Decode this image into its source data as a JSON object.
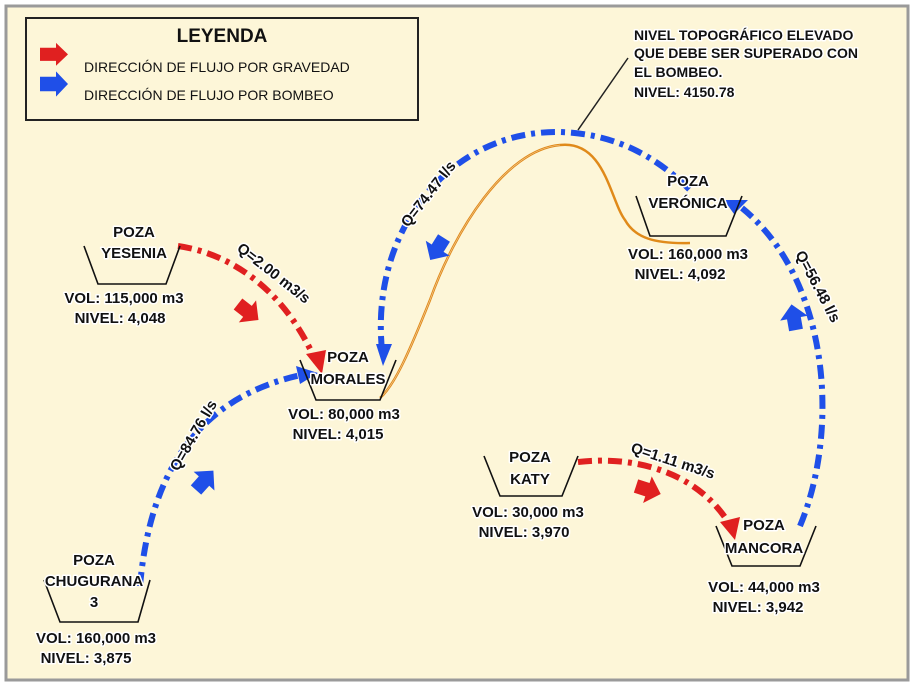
{
  "colors": {
    "background": "#fdf6d8",
    "frame": "#9a9a9a",
    "gravity": "#e02020",
    "pumping": "#1f4fe8",
    "terrain": "#e08a1a",
    "text": "#111111"
  },
  "legend": {
    "title": "LEYENDA",
    "gravity_label": "DIRECCIÓN DE FLUJO POR GRAVEDAD",
    "pumping_label": "DIRECCIÓN DE FLUJO POR BOMBEO"
  },
  "annotation": {
    "line1": "NIVEL TOPOGRÁFICO ELEVADO",
    "line2": "QUE DEBE SER SUPERADO CON",
    "line3": "EL BOMBEO.",
    "line4": "NIVEL: 4150.78"
  },
  "ponds": {
    "yesenia": {
      "name1": "POZA",
      "name2": "YESENIA",
      "vol": "VOL: 115,000 m3",
      "level": "NIVEL: 4,048"
    },
    "morales": {
      "name1": "POZA",
      "name2": "MORALES",
      "vol": "VOL: 80,000 m3",
      "level": "NIVEL: 4,015"
    },
    "veronica": {
      "name1": "POZA",
      "name2": "VERÓNICA",
      "vol": "VOL: 160,000 m3",
      "level": "NIVEL: 4,092"
    },
    "chugurana": {
      "name1": "POZA",
      "name2": "CHUGURANA",
      "name3": "3",
      "vol": "VOL: 160,000 m3",
      "level": "NIVEL: 3,875"
    },
    "katy": {
      "name1": "POZA",
      "name2": "KATY",
      "vol": "VOL: 30,000 m3",
      "level": "NIVEL: 3,970"
    },
    "mancora": {
      "name1": "POZA",
      "name2": "MANCORA",
      "vol": "VOL: 44,000 m3",
      "level": "NIVEL: 3,942"
    }
  },
  "flows": {
    "yesenia_morales": "Q=2.00 m3/s",
    "chugurana_morales": "Q=84.76 l/s",
    "morales_veronica": "Q=74.47 l/s",
    "mancora_veronica": "Q=56.48 l/s",
    "katy_mancora": "Q=1.11 m3/s"
  }
}
